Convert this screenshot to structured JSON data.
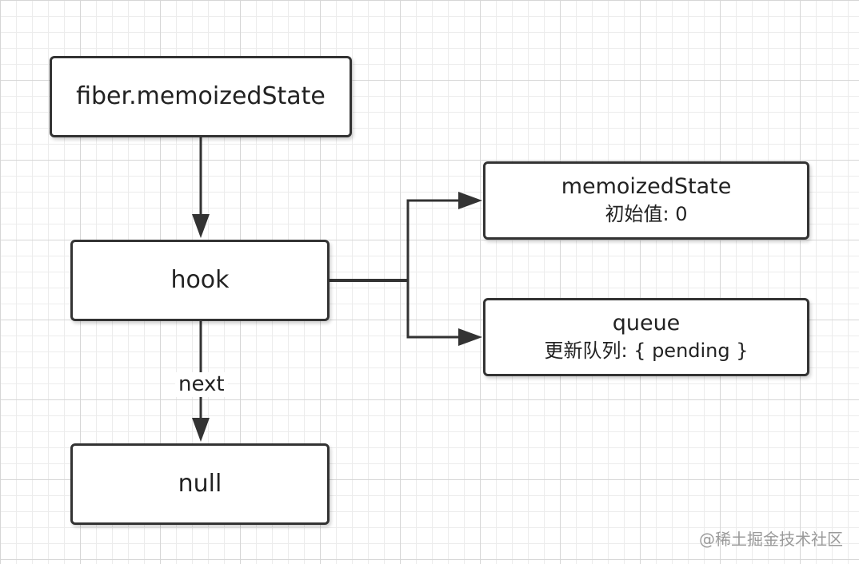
{
  "nodes": {
    "fiber": {
      "label": "fiber.memoizedState"
    },
    "hook": {
      "label": "hook"
    },
    "null_node": {
      "label": "null"
    },
    "memoized_state": {
      "label": "memoizedState",
      "detail": "初始值: 0"
    },
    "queue": {
      "label": "queue",
      "detail": "更新队列: { pending }"
    }
  },
  "edges": {
    "hook_to_null_label": "next"
  },
  "watermark": "@稀土掘金技术社区",
  "colors": {
    "stroke": "#333333",
    "grid_major": "#d6d6d6",
    "grid_minor": "#ececec",
    "watermark": "#9a9a9a"
  }
}
